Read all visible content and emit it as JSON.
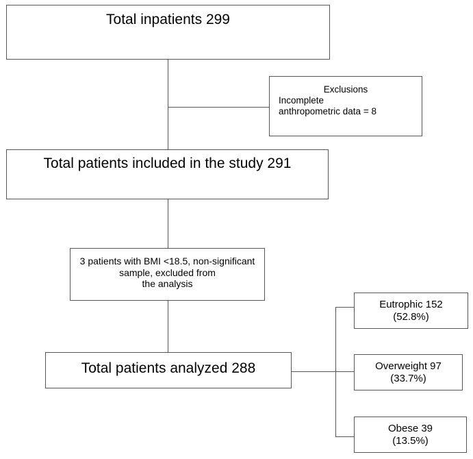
{
  "diagram": {
    "type": "study-flow-diagram",
    "nodes": {
      "total_inpatients": {
        "label": "Total inpatients 299"
      },
      "exclusions": {
        "title": "Exclusions",
        "body": "Incomplete\nanthropometric data = 8"
      },
      "total_included": {
        "label": "Total patients included in the study 291"
      },
      "bmi_excluded": {
        "label": "3 patients with BMI <18.5, non-significant sample, excluded from\nthe analysis"
      },
      "total_analyzed": {
        "label": "Total patients analyzed 288"
      },
      "eutrophic": {
        "label": "Eutrophic 152\n(52.8%)"
      },
      "overweight": {
        "label": "Overweight 97\n(33.7%)"
      },
      "obese": {
        "label": "Obese 39\n(13.5%)"
      }
    },
    "colors": {
      "border": "#555555",
      "text": "#000000",
      "background": "#ffffff"
    }
  },
  "chart_data": {
    "type": "table",
    "title": "Patient flow through the study",
    "categories": [
      "Eutrophic",
      "Overweight",
      "Obese"
    ],
    "values": [
      152,
      97,
      39
    ],
    "percentages": [
      52.8,
      33.7,
      13.5
    ],
    "totals": {
      "inpatients": 299,
      "excluded_incomplete_anthropometric_data": 8,
      "included_in_study": 291,
      "excluded_bmi_under_18_5": 3,
      "analyzed": 288
    }
  }
}
